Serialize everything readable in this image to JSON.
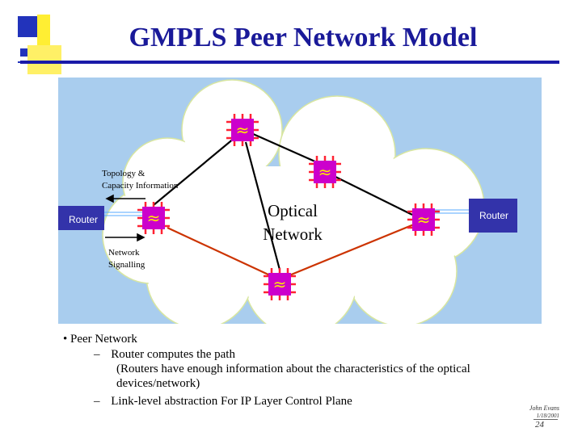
{
  "title": "GMPLS Peer Network Model",
  "diagram": {
    "labels": {
      "topology": "Topology &",
      "capacity": "Capacity Information",
      "router_left": "Router",
      "router_right": "Router",
      "optical1": "Optical",
      "optical2": "Network",
      "network": "Network",
      "signalling": "Signalling"
    },
    "colors": {
      "background": "#a9cdee",
      "cloud": "#ffffff",
      "cloud_edge": "#d8e6a0",
      "router_box": "#3333aa",
      "switch_fill": "#cc00cc",
      "switch_spikes": "#ff2233",
      "switch_symbol": "#ffee00",
      "link_optical": "#000000",
      "link_signal": "#cc3300",
      "link_control": "#55aaff"
    }
  },
  "bullets": {
    "main": "Peer Network",
    "sub1": "Router computes the path",
    "sub1_cont1": "(Routers have enough information about the characteristics of the optical",
    "sub1_cont2": "devices/network)",
    "sub2": "Link-level abstraction For IP Layer Control Plane",
    "bullet_symbol": "•",
    "dash_symbol": "–"
  },
  "footer": {
    "author": "John Evans",
    "date": "1/18/2001",
    "page": "24"
  }
}
